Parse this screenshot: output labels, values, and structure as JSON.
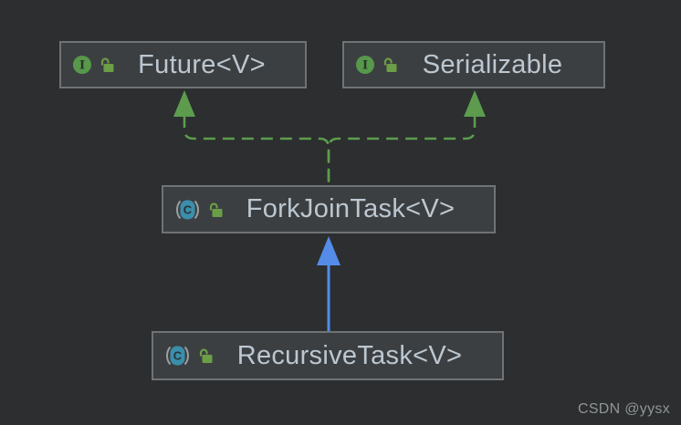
{
  "diagram": {
    "nodes": {
      "future": {
        "label": "Future<V>",
        "type": "interface",
        "visibility": "public",
        "icon": "interface-icon",
        "badge": "open-lock-icon"
      },
      "serializable": {
        "label": "Serializable",
        "type": "interface",
        "visibility": "public",
        "icon": "interface-icon",
        "badge": "open-lock-icon"
      },
      "forkjointask": {
        "label": "ForkJoinTask<V>",
        "type": "abstract-class",
        "visibility": "public",
        "icon": "abstract-class-icon",
        "badge": "open-lock-icon"
      },
      "recursivetask": {
        "label": "RecursiveTask<V>",
        "type": "abstract-class",
        "visibility": "public",
        "icon": "abstract-class-icon",
        "badge": "open-lock-icon"
      }
    },
    "edges": [
      {
        "from": "ForkJoinTask<V>",
        "to": "Future<V>",
        "relation": "implements",
        "line": "dashed",
        "color": "#5d9c4e"
      },
      {
        "from": "ForkJoinTask<V>",
        "to": "Serializable",
        "relation": "implements",
        "line": "dashed",
        "color": "#5d9c4e"
      },
      {
        "from": "RecursiveTask<V>",
        "to": "ForkJoinTask<V>",
        "relation": "extends",
        "line": "solid",
        "color": "#548ce8"
      }
    ],
    "icon_letters": {
      "interface": "I",
      "class": "C"
    }
  },
  "watermark": {
    "text": "CSDN @yysx"
  },
  "colors": {
    "background": "#2c2e2f",
    "node_fill": "#3c3f41",
    "node_border": "#6f7375",
    "node_text": "#bcc7d1",
    "implements_edge_green": "#5d9c4e",
    "extends_edge_blue": "#548ce8",
    "interface_icon_green": "#57984b",
    "abstract_class_icon_teal": "#3a8fab",
    "lock_icon_green": "#6b9e47",
    "watermark_gray": "#8f9598"
  }
}
